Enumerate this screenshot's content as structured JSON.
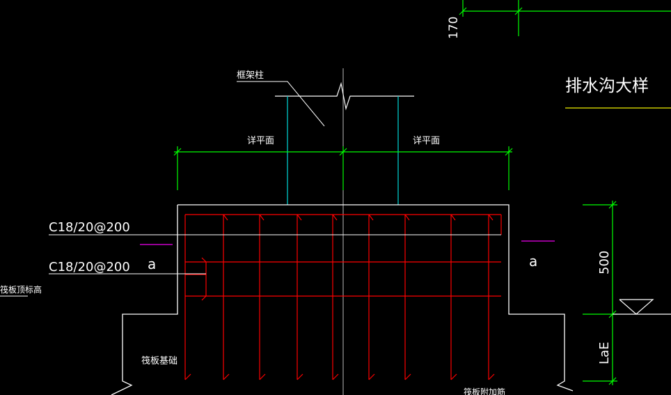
{
  "drawing": {
    "background": "#000000",
    "colors": {
      "outline": "#ffffff",
      "rebar": "#ff0000",
      "dimension": "#00ff00",
      "column": "#00c8c8",
      "center": "#bbbbbb",
      "title_underline": "#c8c800",
      "accent": "#c800c8"
    },
    "labels": {
      "title": "排水沟大样",
      "column_label": "框架柱",
      "detail_left": "详平面",
      "detail_right": "详平面",
      "rebar_top": "C18/20@200",
      "rebar_mid": "C18/20@200",
      "raft_elev": "筏板顶标高",
      "raft_foundation": "筏板基础",
      "raft_thicken": "筏板附加筋",
      "section_left": "a",
      "section_right": "a",
      "dim_top": "170",
      "dim_500": "500",
      "dim_lae": "LaE"
    }
  }
}
